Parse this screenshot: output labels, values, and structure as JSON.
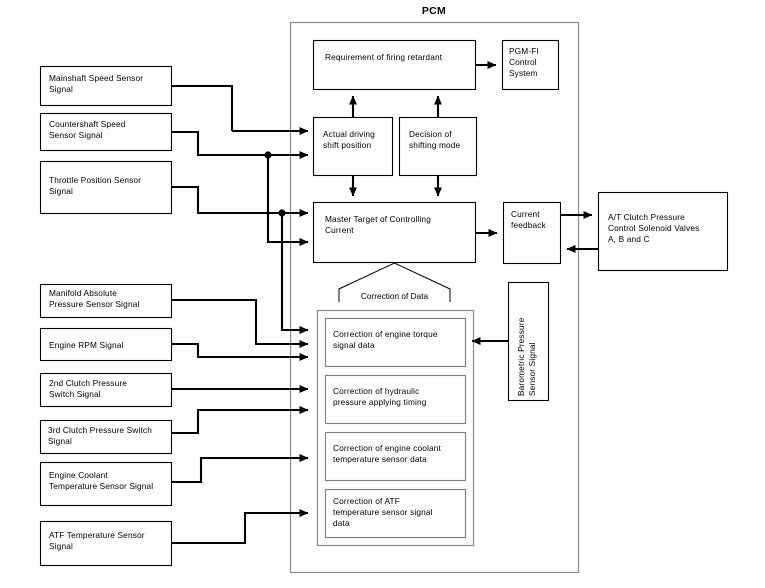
{
  "diagram": {
    "title": "PCM",
    "frame_label": "PCM",
    "correction_group_label": "Correction of Data"
  },
  "input_sensors": [
    {
      "id": "mainshaft-speed",
      "lines": [
        "Mainshaft Speed Sensor",
        "Signal"
      ]
    },
    {
      "id": "countershaft-speed",
      "lines": [
        "Countershaft Speed",
        "Sensor Signal"
      ]
    },
    {
      "id": "throttle-position",
      "lines": [
        "Throttle Position Sensor",
        "Signal"
      ]
    },
    {
      "id": "manifold-absolute-pressure",
      "lines": [
        "Manifold Absolute",
        "Pressure Sensor Signal"
      ]
    },
    {
      "id": "engine-rpm",
      "lines": [
        "Engine RPM Signal"
      ]
    },
    {
      "id": "second-clutch-pressure-switch",
      "lines": [
        "2nd Clutch Pressure",
        "Switch Signal"
      ]
    },
    {
      "id": "third-clutch-pressure-switch",
      "lines": [
        "3rd Clutch Pressure Switch",
        "Signal"
      ]
    },
    {
      "id": "engine-coolant-temperature",
      "lines": [
        "Engine Coolant",
        "Temperature Sensor Signal"
      ]
    },
    {
      "id": "atf-temperature",
      "lines": [
        "ATF Temperature Sensor",
        "Signal"
      ]
    }
  ],
  "pcm_blocks": {
    "firing_retardant": {
      "lines": [
        "Requirement of firing retardant"
      ]
    },
    "actual_driving": {
      "lines": [
        "Actual driving",
        "shift position"
      ]
    },
    "decision_shifting": {
      "lines": [
        "Decision of",
        "shifting mode"
      ]
    },
    "master_target": {
      "lines": [
        "Master Target of Controlling",
        "Current"
      ]
    },
    "current_feedback": {
      "lines": [
        "Current",
        "feedback"
      ]
    }
  },
  "correction_blocks": [
    {
      "id": "engine-torque",
      "lines": [
        "Correction of engine torque",
        "signal data"
      ]
    },
    {
      "id": "hydraulic-pressure",
      "lines": [
        "Correction of hydraulic",
        "pressure applying timing"
      ]
    },
    {
      "id": "engine-coolant",
      "lines": [
        "Correction of engine coolant",
        "temperature sensor data"
      ]
    },
    {
      "id": "atf-temperature",
      "lines": [
        "Correction of ATF",
        "temperature sensor signal",
        "data"
      ]
    }
  ],
  "external_blocks": {
    "pgm_fi": {
      "lines": [
        "PGM-FI",
        "Control",
        "System"
      ]
    },
    "at_clutch": {
      "lines": [
        "A/T Clutch Pressure",
        "Control Solenoid Valves",
        "A, B and C"
      ]
    },
    "barometric": {
      "lines": [
        "Barometric Pressure",
        "Sensor Signal"
      ]
    }
  },
  "colors": {
    "line": "#000000",
    "frame": "#8a8a8a",
    "background": "#ffffff"
  }
}
